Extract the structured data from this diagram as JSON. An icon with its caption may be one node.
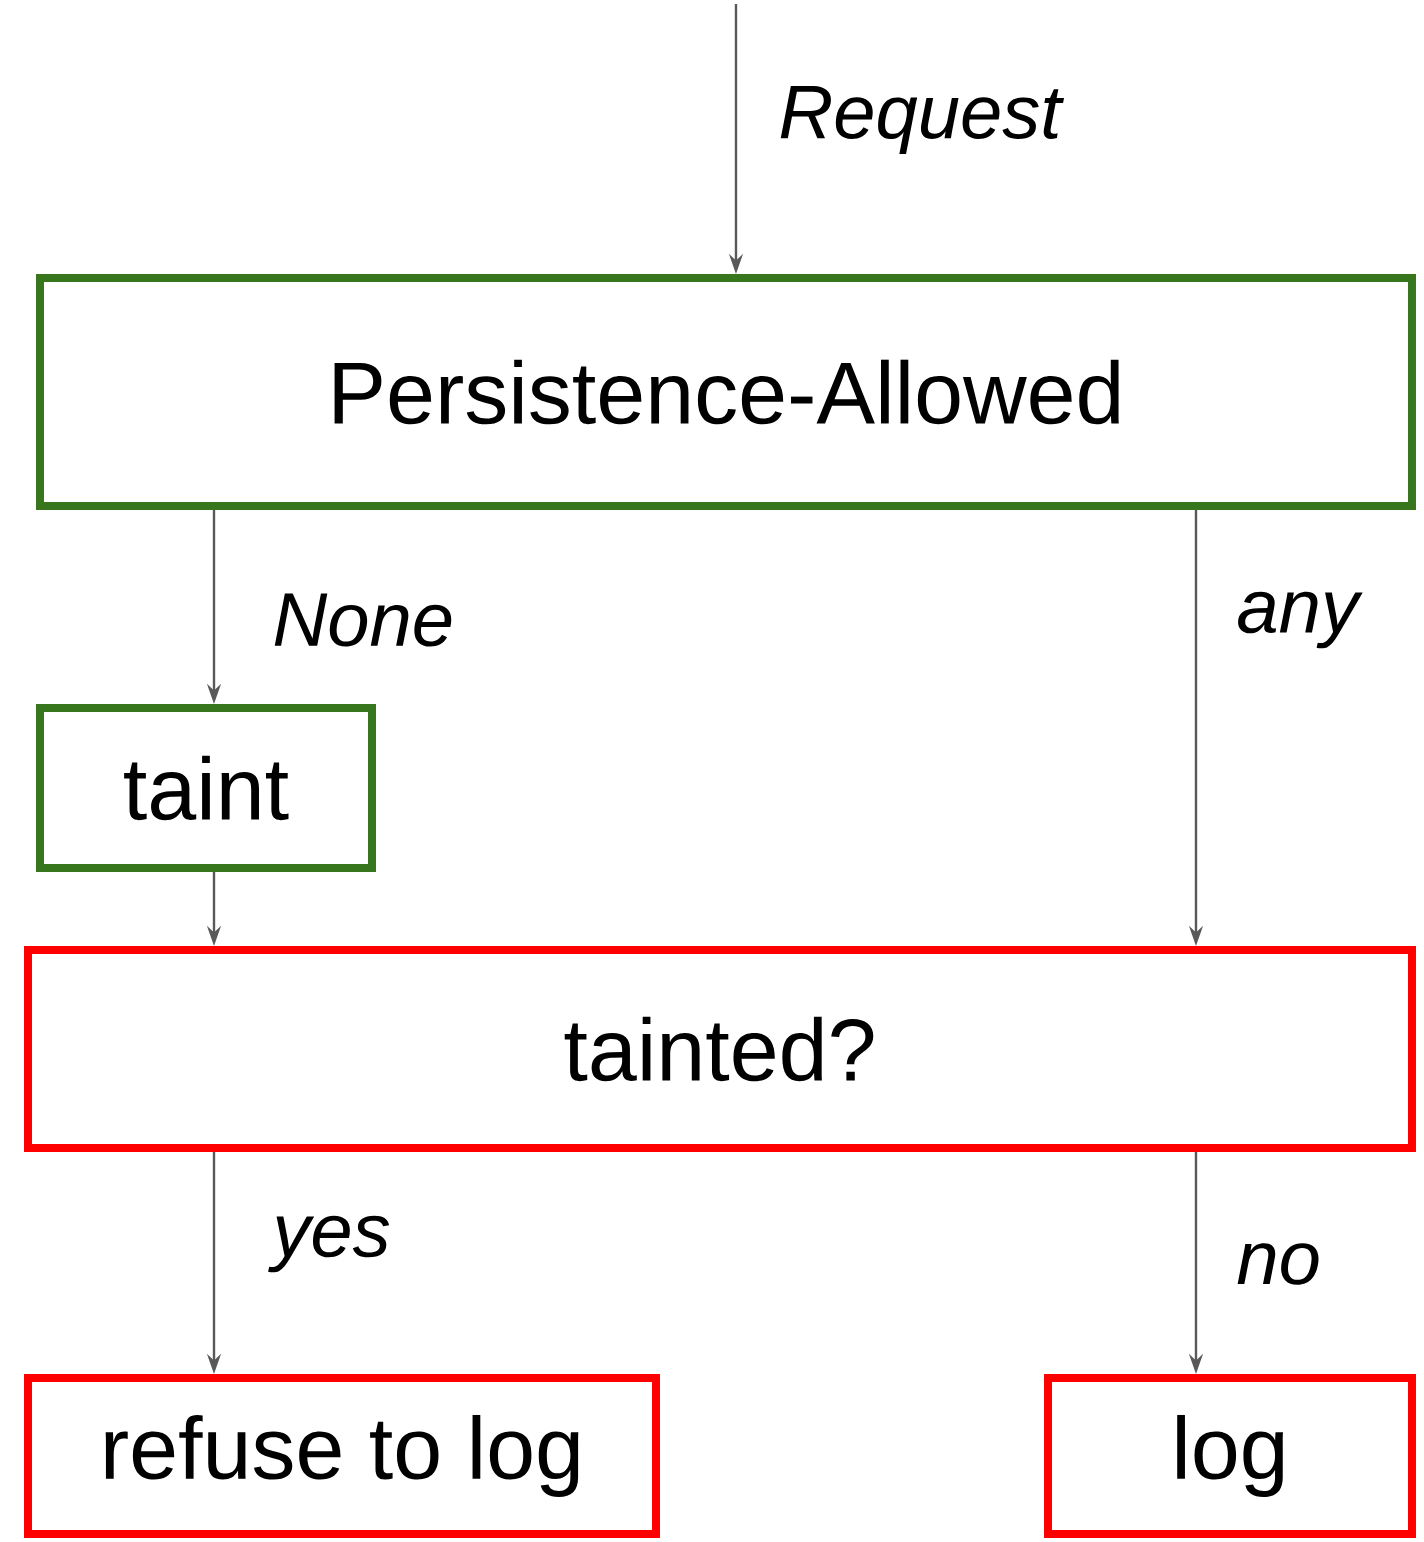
{
  "diagram": {
    "nodes": [
      {
        "text": [
          "Persistence-Allowed"
        ]
      },
      {
        "text": [
          "taint"
        ]
      },
      {
        "text": [
          "tainted?"
        ]
      },
      {
        "text": [
          "refuse to log"
        ]
      },
      {
        "text": [
          "log"
        ]
      }
    ],
    "edges": [
      {
        "from": null,
        "to": 0,
        "arrow": "to",
        "label": "Request"
      },
      {
        "from": 0,
        "to": 1,
        "arrow": "to",
        "label": "None"
      },
      {
        "from": 0,
        "to": 2,
        "arrow": "to",
        "label": "any"
      },
      {
        "from": 1,
        "to": 2,
        "arrow": "to"
      },
      {
        "from": 2,
        "to": 3,
        "arrow": "to",
        "label": "yes"
      },
      {
        "from": 2,
        "to": 4,
        "arrow": "to",
        "label": "no"
      }
    ]
  }
}
